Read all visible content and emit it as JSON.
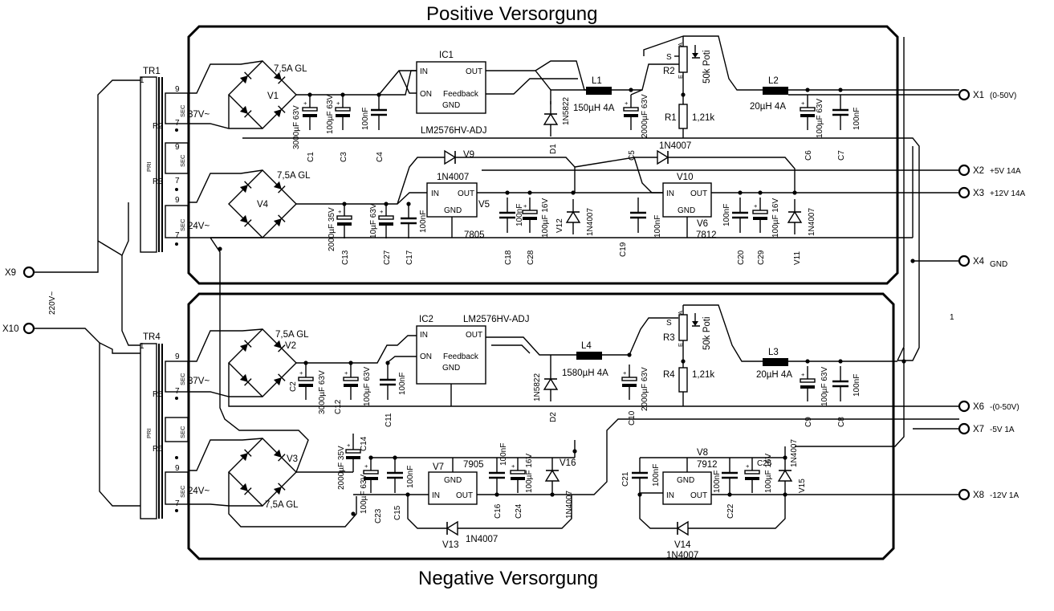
{
  "titles": {
    "top": "Positive Versorgung",
    "bottom": "Negative Versorgung"
  },
  "mains": {
    "x9": "X9",
    "x10": "X10",
    "voltage": "220V~"
  },
  "transformers": {
    "tr1": {
      "name": "TR1",
      "pri": "PRI",
      "sec": "SEC",
      "pin1": "1",
      "pin9": "9",
      "pin7": "7",
      "r2": "R2",
      "r3": "R3",
      "v37": "37V~",
      "v24": "24V~"
    },
    "tr4": {
      "name": "TR4",
      "pri": "PRI",
      "sec": "SEC",
      "pin1": "1",
      "pin9": "9",
      "pin7": "7",
      "r5": "R5",
      "r6": "R6",
      "v37": "37V~",
      "v24": "24V~"
    }
  },
  "positive": {
    "v1": {
      "name": "V1",
      "rating": "7,5A GL"
    },
    "v4": {
      "name": "V4",
      "rating": "7,5A GL"
    },
    "c1": {
      "name": "C1",
      "value": "3000µF 63V"
    },
    "c3": {
      "name": "C3",
      "value": "100µF 63V"
    },
    "c4": {
      "name": "C4",
      "value": "100nF"
    },
    "ic1": {
      "name": "IC1",
      "part": "LM2576HV-ADJ",
      "in": "IN",
      "out": "OUT",
      "on": "ON",
      "feedback": "Feedback",
      "gnd": "GND"
    },
    "d1": {
      "name": "D1",
      "part": "1N5822"
    },
    "l1": {
      "name": "L1",
      "value": "150µH 4A"
    },
    "c5": {
      "name": "C5",
      "value": "2000µF 63V"
    },
    "r2": {
      "name": "R2",
      "value": "50k Poti",
      "pin_s": "S",
      "pin_a": "A",
      "pin_e": "E"
    },
    "r1": {
      "name": "R1",
      "value": "1,21k"
    },
    "l2": {
      "name": "L2",
      "value": "20µH 4A"
    },
    "c6": {
      "name": "C6",
      "value": "100µF 63V"
    },
    "c7": {
      "name": "C7",
      "value": "100nF"
    },
    "v9": {
      "name": "V9",
      "part": "1N4007"
    },
    "v10": {
      "name": "V10",
      "part": "1N4007"
    },
    "c13": {
      "name": "C13",
      "value": "2000µF 35V"
    },
    "c27": {
      "name": "C27",
      "value": "10µF 63V"
    },
    "c17": {
      "name": "C17",
      "value": "100nF"
    },
    "v5": {
      "name": "V5",
      "part": "7805",
      "in": "IN",
      "out": "OUT",
      "gnd": "GND"
    },
    "c18": {
      "name": "C18",
      "value": "100nF"
    },
    "c28": {
      "name": "C28",
      "value": "100µF 16V"
    },
    "v12": {
      "name": "V12",
      "part": "1N4007"
    },
    "c19": {
      "name": "C19",
      "value": "100nF"
    },
    "v6": {
      "name": "V6",
      "part": "7812",
      "in": "IN",
      "out": "OUT",
      "gnd": "GND"
    },
    "c20": {
      "name": "C20",
      "value": "100nF"
    },
    "c29": {
      "name": "C29",
      "value": "100µF 16V"
    },
    "v11": {
      "name": "V11",
      "part": "1N4007"
    }
  },
  "negative": {
    "v2": {
      "name": "V2",
      "rating": "7,5A GL"
    },
    "v3": {
      "name": "V3",
      "rating": "7,5A GL"
    },
    "c2": {
      "name": "C2",
      "value": "3000µF 63V"
    },
    "c12": {
      "name": "C12",
      "value": "100µF 63V"
    },
    "c11": {
      "name": "C11",
      "value": "100nF"
    },
    "ic2": {
      "name": "IC2",
      "part": "LM2576HV-ADJ",
      "in": "IN",
      "out": "OUT",
      "on": "ON",
      "feedback": "Feedback",
      "gnd": "GND"
    },
    "d2": {
      "name": "D2",
      "part": "1N5822"
    },
    "l4": {
      "name": "L4",
      "value": "1580µH 4A"
    },
    "c10": {
      "name": "C10",
      "value": "2000µF 63V"
    },
    "r3": {
      "name": "R3",
      "value": "50k Poti",
      "pin_s": "S",
      "pin_a": "A",
      "pin_e": "E"
    },
    "r4": {
      "name": "R4",
      "value": "1,21k"
    },
    "l3": {
      "name": "L3",
      "value": "20µH 4A"
    },
    "c9": {
      "name": "C9",
      "value": "100µF 63V"
    },
    "c8": {
      "name": "C8",
      "value": "100nF"
    },
    "c14": {
      "name": "C14",
      "value": "2000µF 35V"
    },
    "c23": {
      "name": "C23",
      "value": "100µF 63V"
    },
    "c15": {
      "name": "C15",
      "value": "100nF"
    },
    "v7": {
      "name": "V7",
      "part": "7905",
      "in": "IN",
      "out": "OUT",
      "gnd": "GND"
    },
    "c16": {
      "name": "C16",
      "value": "100nF"
    },
    "c24": {
      "name": "C24",
      "value": "100µF 16V"
    },
    "v16": {
      "name": "V16",
      "part": "1N4007"
    },
    "v13": {
      "name": "V13",
      "part": "1N4007"
    },
    "c21": {
      "name": "C21",
      "value": "100nF"
    },
    "v8": {
      "name": "V8",
      "part": "7912",
      "in": "IN",
      "out": "OUT",
      "gnd": "GND"
    },
    "c22": {
      "name": "C22",
      "value": "100nF"
    },
    "c26": {
      "name": "C26",
      "value": "100µF 16V"
    },
    "v15": {
      "name": "V15",
      "part": "1N4007"
    },
    "v14": {
      "name": "V14",
      "part": "1N4007"
    }
  },
  "outputs": [
    {
      "id": "X1",
      "label": "(0-50V)"
    },
    {
      "id": "X2",
      "label": "+5V 14A"
    },
    {
      "id": "X3",
      "label": "+12V 14A"
    },
    {
      "id": "X4",
      "label": "GND"
    },
    {
      "id": "X6",
      "label": "-(0-50V)"
    },
    {
      "id": "X7",
      "label": "-5V 1A"
    },
    {
      "id": "X8",
      "label": "-12V 1A"
    }
  ],
  "stray_mark": "1"
}
